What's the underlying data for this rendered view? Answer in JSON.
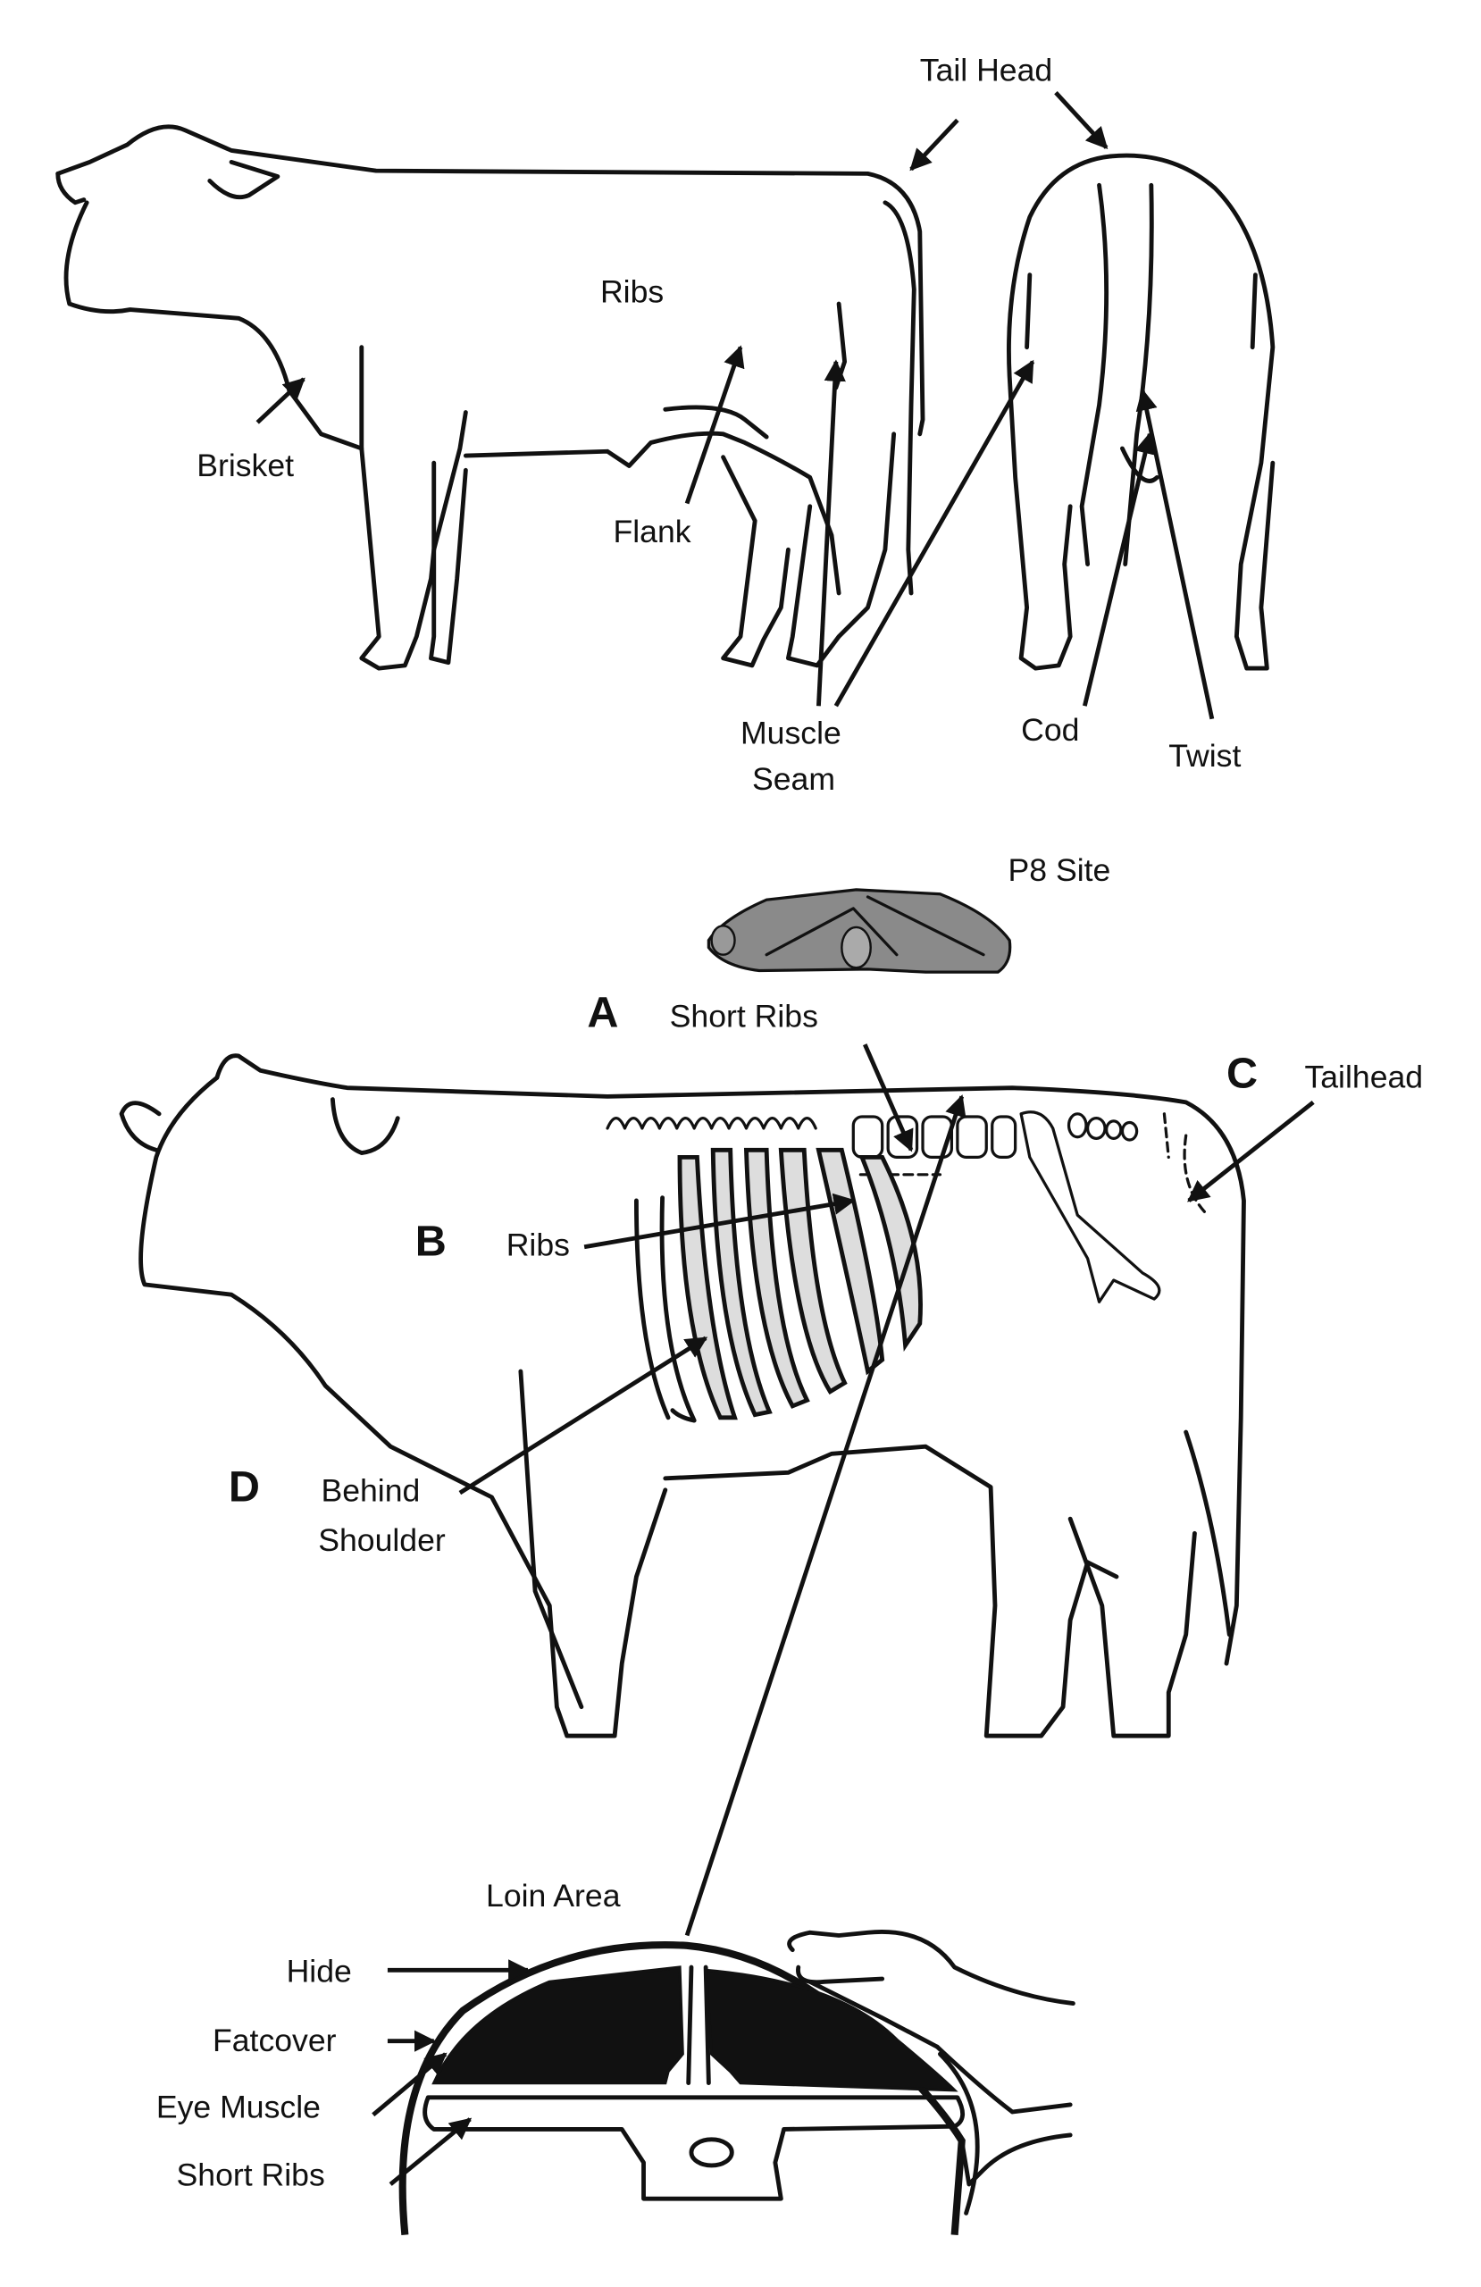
{
  "figure": {
    "top_diagram": {
      "labels": {
        "tail_head": "Tail Head",
        "ribs": "Ribs",
        "brisket": "Brisket",
        "flank": "Flank",
        "muscle_seam_line1": "Muscle",
        "muscle_seam_line2": "Seam",
        "cod": "Cod",
        "twist": "Twist"
      }
    },
    "middle_diagram": {
      "p8_site": "P8 Site",
      "markers": {
        "a": "A",
        "b": "B",
        "c": "C",
        "d": "D"
      },
      "labels": {
        "short_ribs": "Short Ribs",
        "ribs": "Ribs",
        "tailhead": "Tailhead",
        "behind_line1": "Behind",
        "behind_line2": "Shoulder"
      }
    },
    "bottom_diagram": {
      "labels": {
        "loin_area": "Loin Area",
        "hide": "Hide",
        "fatcover": "Fatcover",
        "eye_muscle": "Eye Muscle",
        "short_ribs": "Short Ribs"
      }
    }
  }
}
